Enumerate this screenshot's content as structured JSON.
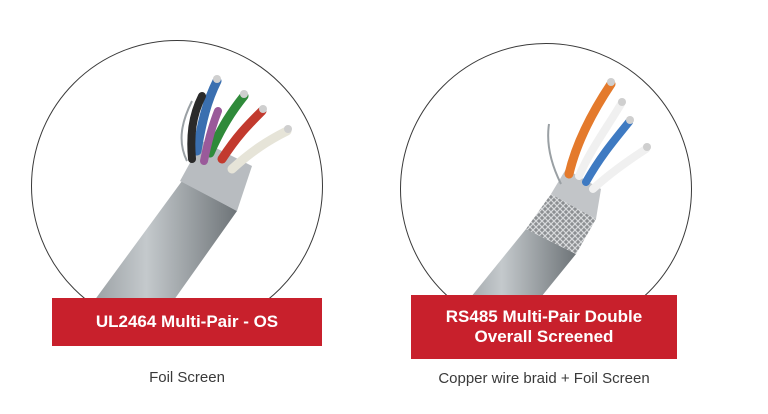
{
  "colors": {
    "accent": "#c8202c",
    "circle_outline": "#3a3a3a",
    "caption_text": "#3a3a3a"
  },
  "products": [
    {
      "title": "UL2464 Multi-Pair - OS",
      "caption": "Foil Screen",
      "image": "cable-image-foil-screen"
    },
    {
      "title": "RS485 Multi-Pair Double Overall Screened",
      "caption": "Copper wire braid + Foil Screen",
      "image": "cable-image-braid-foil"
    }
  ]
}
